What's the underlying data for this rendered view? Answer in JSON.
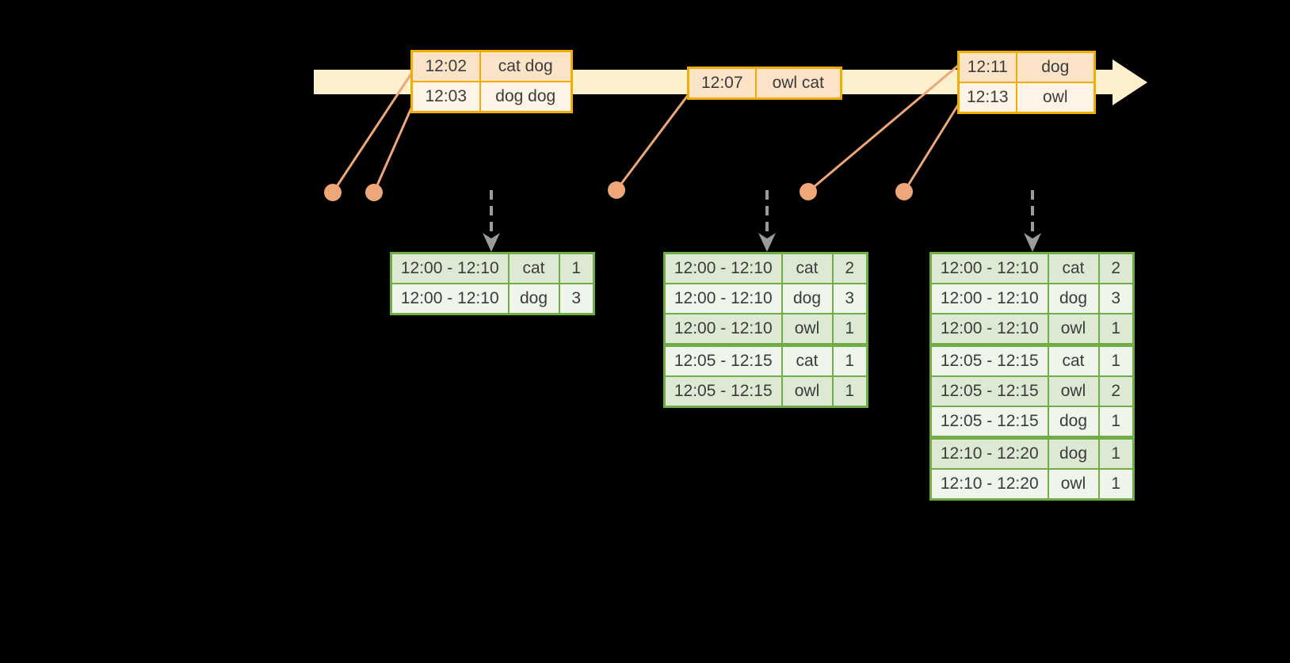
{
  "colors": {
    "background": "#000000",
    "band": "#FCF0CD",
    "gold": "#F3AC00",
    "peach_dark": "#FAE3C7",
    "peach_light": "#FDF4E6",
    "salmon": "#EFA678",
    "green": "#71AD47",
    "green_row_dark": "#DEE9D4",
    "green_row_light": "#F0F5EC",
    "arrow_gray": "#9B9B9B",
    "text": "#3B3B3B"
  },
  "timeline": {
    "event_tables": [
      {
        "rows": [
          [
            "12:02",
            "cat dog"
          ],
          [
            "12:03",
            "dog dog"
          ]
        ]
      },
      {
        "rows": [
          [
            "12:07",
            "owl cat"
          ]
        ]
      },
      {
        "rows": [
          [
            "12:11",
            "dog"
          ],
          [
            "12:13",
            "owl"
          ]
        ]
      }
    ]
  },
  "window_results": [
    {
      "rows": [
        [
          "12:00 - 12:10",
          "cat",
          "1"
        ],
        [
          "12:00 - 12:10",
          "dog",
          "3"
        ]
      ]
    },
    {
      "rows": [
        [
          "12:00 - 12:10",
          "cat",
          "2"
        ],
        [
          "12:00 - 12:10",
          "dog",
          "3"
        ],
        [
          "12:00 - 12:10",
          "owl",
          "1"
        ],
        [
          "12:05 - 12:15",
          "cat",
          "1"
        ],
        [
          "12:05 - 12:15",
          "owl",
          "1"
        ]
      ]
    },
    {
      "rows": [
        [
          "12:00 - 12:10",
          "cat",
          "2"
        ],
        [
          "12:00 - 12:10",
          "dog",
          "3"
        ],
        [
          "12:00 - 12:10",
          "owl",
          "1"
        ],
        [
          "12:05 - 12:15",
          "cat",
          "1"
        ],
        [
          "12:05 - 12:15",
          "owl",
          "2"
        ],
        [
          "12:05 - 12:15",
          "dog",
          "1"
        ],
        [
          "12:10 - 12:20",
          "dog",
          "1"
        ],
        [
          "12:10 - 12:20",
          "owl",
          "1"
        ]
      ]
    }
  ]
}
